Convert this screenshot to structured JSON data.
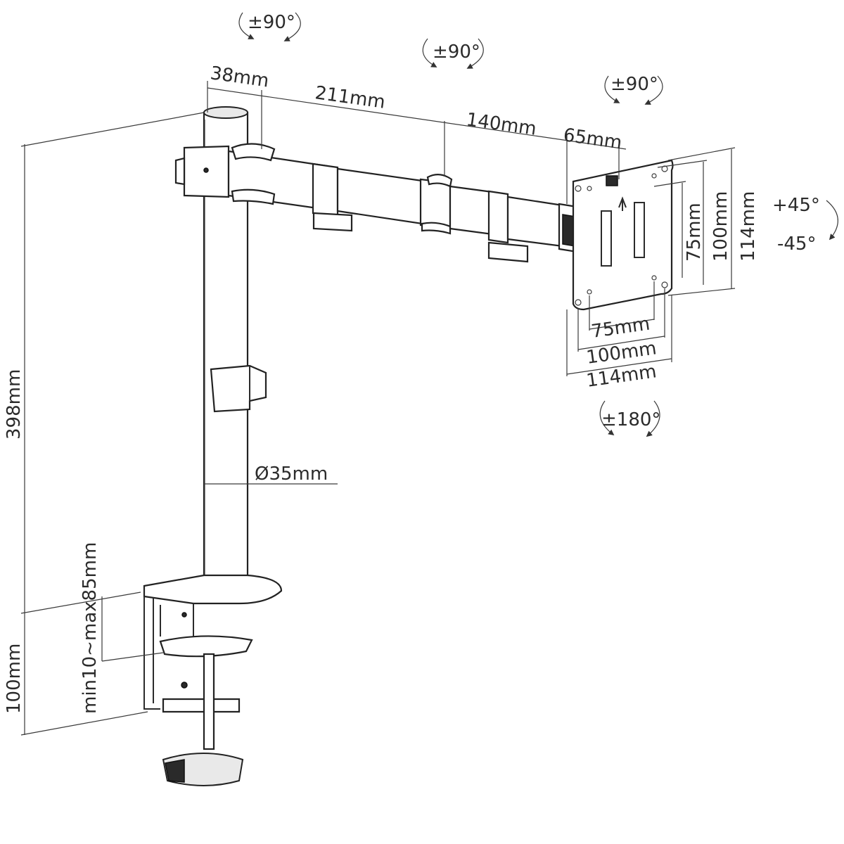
{
  "dimensions": {
    "arm_seg_1": "38mm",
    "arm_seg_2": "211mm",
    "arm_seg_3": "140mm",
    "arm_seg_4": "65mm",
    "pole_height": "398mm",
    "pole_diameter": "Ø35mm",
    "clamp_range": "min10~max85mm",
    "clamp_height": "100mm",
    "vesa_h_75": "75mm",
    "vesa_h_100": "100mm",
    "vesa_h_114": "114mm",
    "vesa_v_75": "75mm",
    "vesa_v_100": "100mm",
    "vesa_v_114": "114mm"
  },
  "rotations": {
    "pole_swivel": "±90°",
    "elbow_swivel": "±90°",
    "head_swivel": "±90°",
    "tilt_up": "+45°",
    "tilt_down": "-45°",
    "plate_rotation": "±180°"
  }
}
